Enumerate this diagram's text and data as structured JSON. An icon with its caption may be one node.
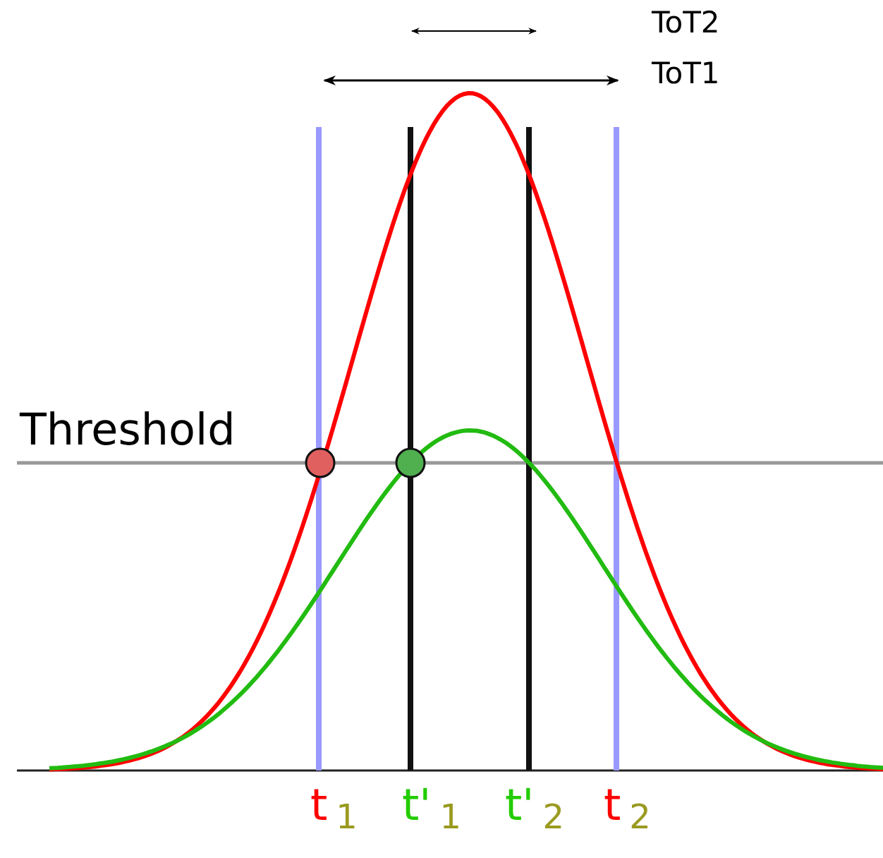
{
  "diagram": {
    "labels": [
      "ToT2",
      "ToT1",
      "Threshold",
      "t$_{1}$",
      "t'$_{1}$",
      "t'$_{2}$",
      "t$_{2}$"
    ]
  }
}
